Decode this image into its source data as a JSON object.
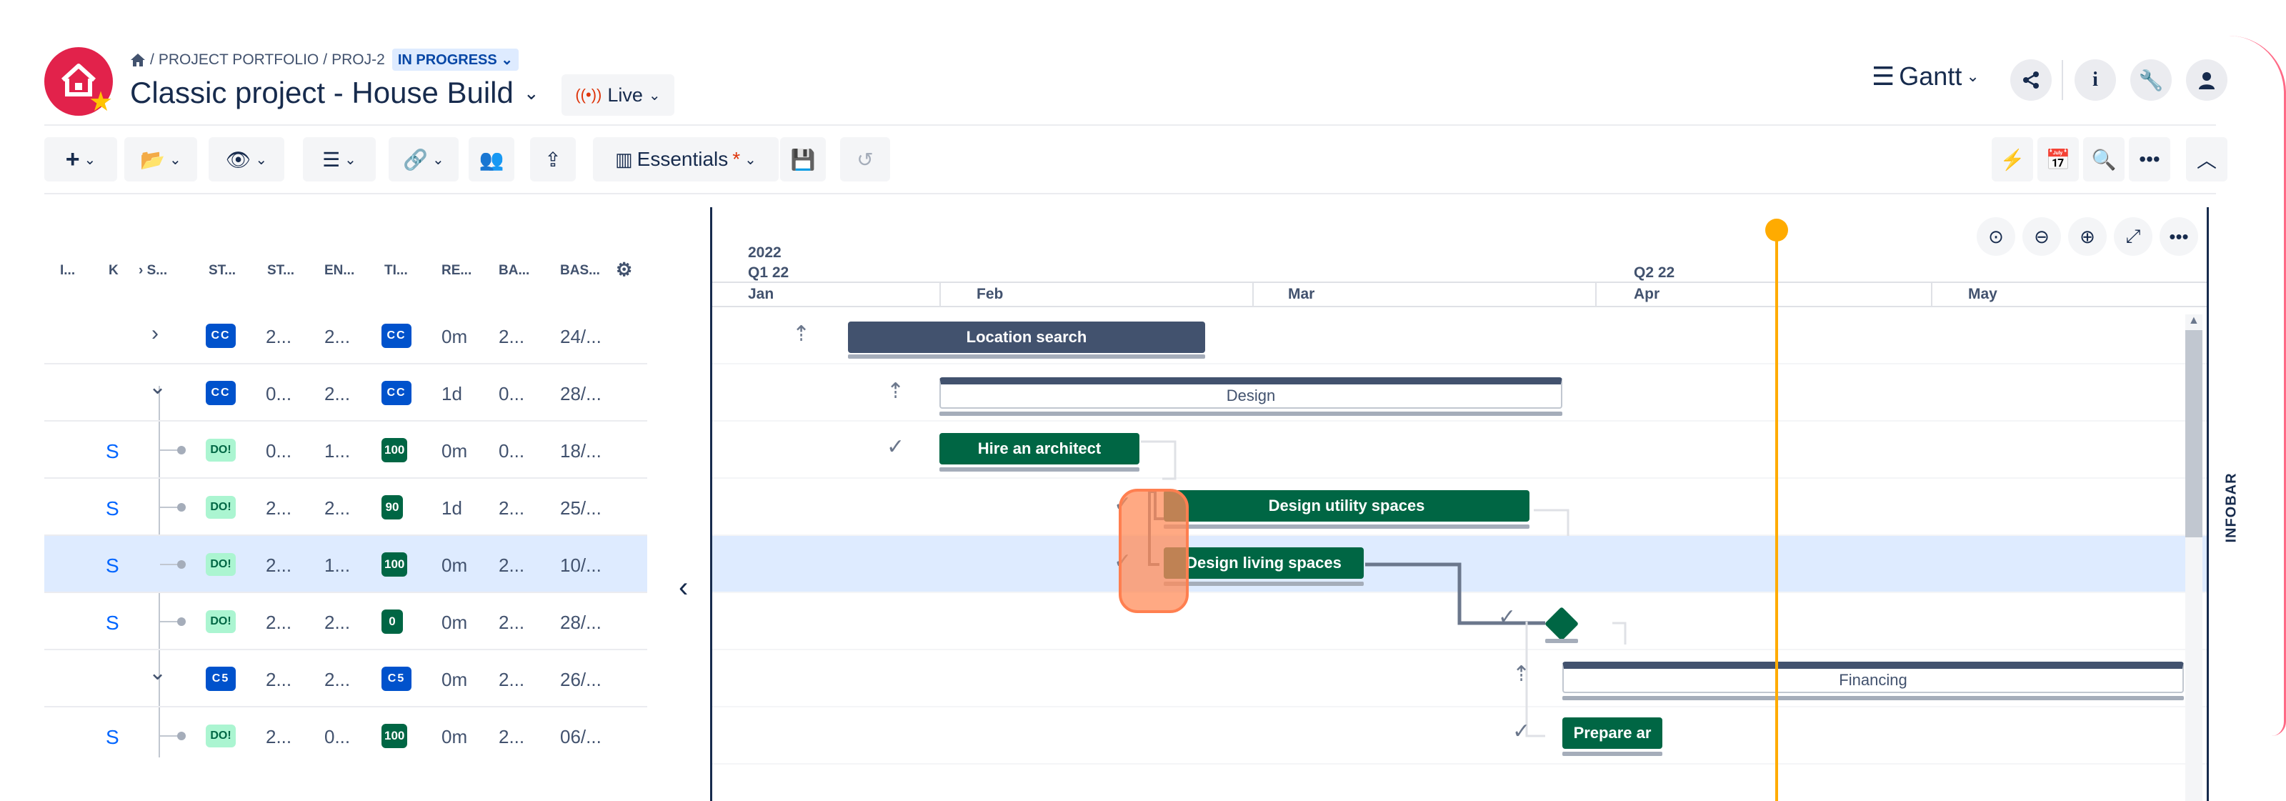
{
  "header": {
    "breadcrumb": {
      "portfolio": "PROJECT PORTFOLIO",
      "project_key": "PROJ-2",
      "status": "IN PROGRESS"
    },
    "title": "Classic project - House Build",
    "live_label": "Live",
    "view_label": "Gantt"
  },
  "toolbar": {
    "essentials_label": "Essentials",
    "essentials_modified": "*"
  },
  "grid": {
    "columns": [
      "I...",
      "K",
      "S...",
      "ST...",
      "ST...",
      "EN...",
      "TI...",
      "RE...",
      "BA...",
      "BAS..."
    ],
    "rows": [
      {
        "k": "",
        "status": "",
        "start": "2...",
        "end": "2...",
        "time": "",
        "remaining": "0m",
        "baseline": "2...",
        "baseline_start": "24/..."
      },
      {
        "k": "",
        "status": "",
        "start": "0...",
        "end": "2...",
        "time": "",
        "remaining": "1d",
        "baseline": "0...",
        "baseline_start": "28/..."
      },
      {
        "k": "S",
        "status": "DO!",
        "start": "0...",
        "end": "1...",
        "time": "100",
        "remaining": "0m",
        "baseline": "0...",
        "baseline_start": "18/..."
      },
      {
        "k": "S",
        "status": "DO!",
        "start": "2...",
        "end": "2...",
        "time": "90",
        "remaining": "1d",
        "baseline": "2...",
        "baseline_start": "25/..."
      },
      {
        "k": "S",
        "status": "DO!",
        "start": "2...",
        "end": "1...",
        "time": "100",
        "remaining": "0m",
        "baseline": "2...",
        "baseline_start": "10/..."
      },
      {
        "k": "S",
        "status": "DO!",
        "start": "2...",
        "end": "2...",
        "time": "0",
        "remaining": "0m",
        "baseline": "2...",
        "baseline_start": "28/..."
      },
      {
        "k": "",
        "status": "",
        "start": "2...",
        "end": "2...",
        "time": "",
        "remaining": "0m",
        "baseline": "2...",
        "baseline_start": "26/..."
      },
      {
        "k": "S",
        "status": "DO!",
        "start": "2...",
        "end": "0...",
        "time": "100",
        "remaining": "0m",
        "baseline": "2...",
        "baseline_start": "06/..."
      }
    ]
  },
  "timescale": {
    "year": "2022",
    "q1": "Q1 22",
    "q2": "Q2 22",
    "months": [
      "Jan",
      "Feb",
      "Mar",
      "Apr",
      "May"
    ]
  },
  "tasks": {
    "location_search": "Location search",
    "design": "Design",
    "hire_architect": "Hire an architect",
    "design_utility": "Design utility spaces",
    "design_living": "Design living spaces",
    "financing": "Financing",
    "prepare": "Prepare ar"
  },
  "infobar_label": "INFOBAR",
  "colors": {
    "brand": "#e2224b",
    "task_green": "#006644",
    "summary_dark": "#42526e",
    "today": "#ffab00",
    "selected_row": "#deebff"
  }
}
